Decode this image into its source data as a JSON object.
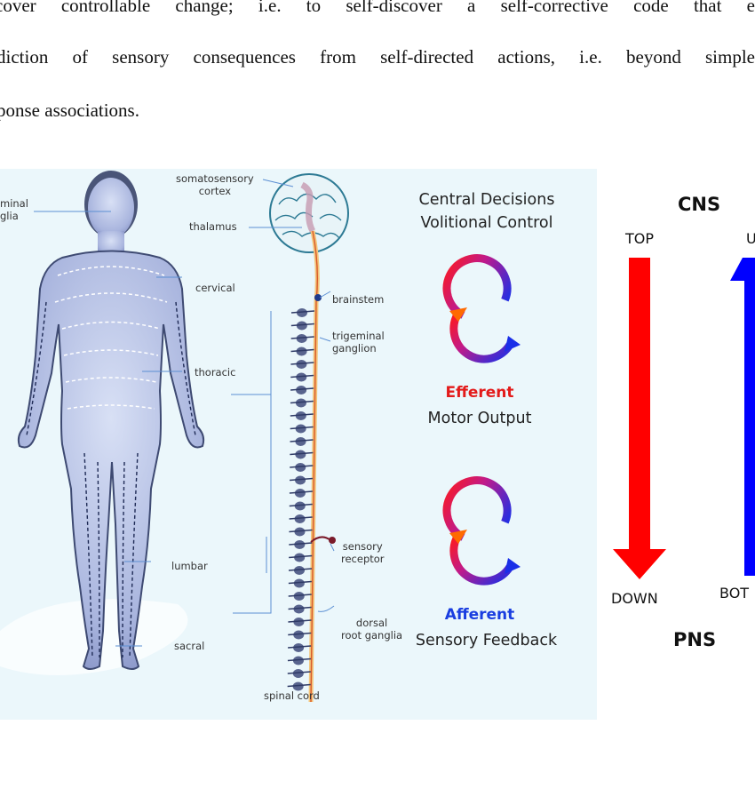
{
  "paragraph": {
    "line1": "cover controllable change; i.e. to self-discover a self-corrective code that e",
    "line2": "diction of sensory consequences from self-directed actions, i.e. beyond simple",
    "line3": "ponse associations."
  },
  "figure": {
    "body_labels": {
      "trigeminal_ganglia": [
        "minal",
        "glia"
      ],
      "cervical": "cervical",
      "thoracic": "thoracic",
      "lumbar": "lumbar",
      "sacral": "sacral"
    },
    "spine_labels": {
      "somatosensory_cortex": [
        "somatosensory",
        "cortex"
      ],
      "thalamus": "thalamus",
      "brainstem": "brainstem",
      "trigeminal_ganglion": [
        "trigeminal",
        "ganglion"
      ],
      "sensory_receptor": [
        "sensory",
        "receptor"
      ],
      "dorsal_root_ganglia": [
        "dorsal",
        "root ganglia"
      ],
      "spinal_cord": "spinal cord"
    },
    "middle": {
      "heading_line1": "Central Decisions",
      "heading_line2": "Volitional Control",
      "efferent_title": "Efferent",
      "efferent_sub": "Motor Output",
      "afferent_title": "Afferent",
      "afferent_sub": "Sensory Feedback",
      "efferent_color": "#e31b1b",
      "afferent_color": "#1a3ee0"
    },
    "right": {
      "cns": "CNS",
      "pns": "PNS",
      "top": "TOP",
      "down": "DOWN",
      "up_partial": "U",
      "bottom_partial": "BOT",
      "down_arrow_color": "#ff0000",
      "up_arrow_color": "#0000ff"
    }
  }
}
